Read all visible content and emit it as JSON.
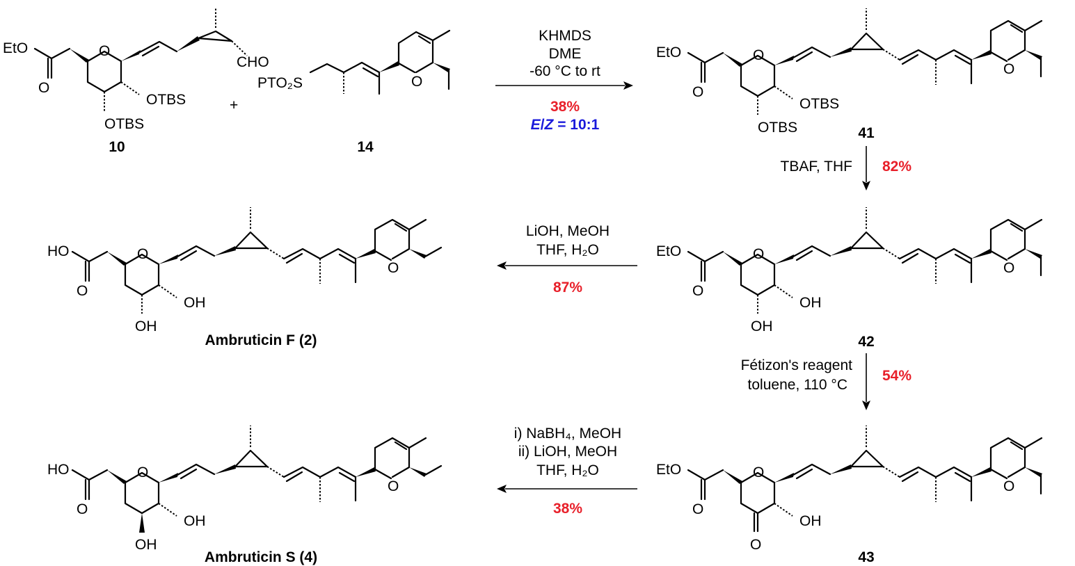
{
  "colors": {
    "bond": "#000000",
    "yield_red": "#e8202a",
    "ez_blue": "#1a1adb"
  },
  "compounds": {
    "c10": "10",
    "c14": "14",
    "c41": "41",
    "c42": "42",
    "c43": "43",
    "amb_f": "Ambruticin F (2)",
    "amb_s": "Ambruticin S (4)"
  },
  "atoms": {
    "eto": "EtO",
    "ho": "HO",
    "o": "O",
    "cho": "CHO",
    "otbs": "OTBS",
    "oh": "OH",
    "pto2s": "PTO₂S",
    "plus": "+"
  },
  "steps": {
    "s1": {
      "conditions": [
        "KHMDS",
        "DME",
        "-60 °C to rt"
      ],
      "yield": "38%",
      "ez_prefix": "E",
      "ez_slash": "/",
      "ez_suffix": "Z",
      "ez_value": " = 10:1"
    },
    "s2": {
      "conditions": [
        "TBAF, THF"
      ],
      "yield": "82%"
    },
    "s3": {
      "conditions": [
        "LiOH, MeOH",
        "THF, H₂O"
      ],
      "yield": "87%"
    },
    "s4": {
      "conditions": [
        "Fétizon's reagent",
        "toluene, 110 °C"
      ],
      "yield": "54%"
    },
    "s5": {
      "conditions": [
        "i) NaBH₄, MeOH",
        "ii) LiOH, MeOH",
        "THF, H₂O"
      ],
      "yield": "38%"
    }
  }
}
